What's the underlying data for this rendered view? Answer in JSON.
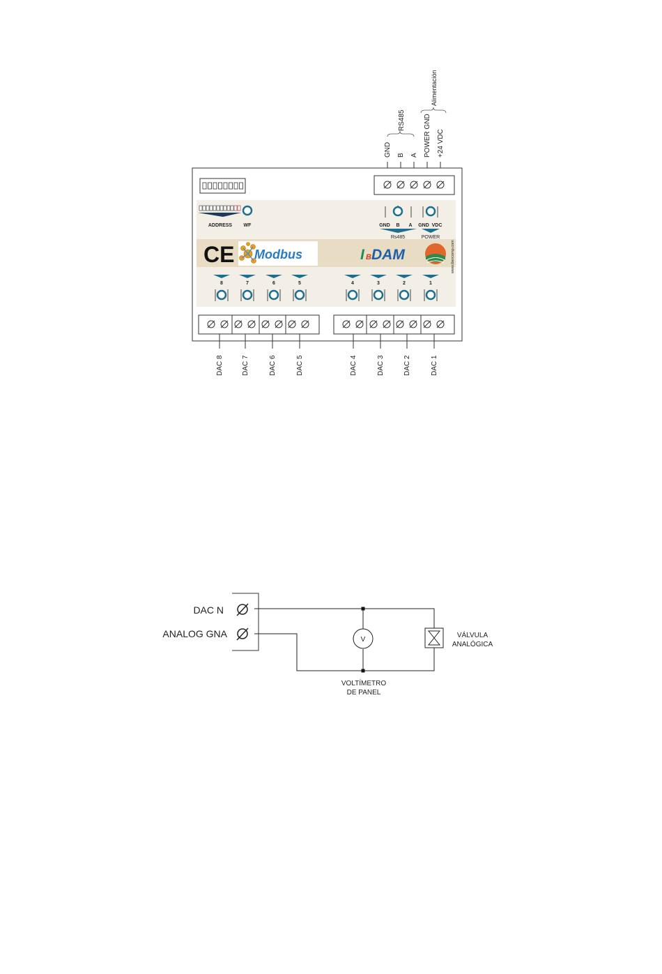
{
  "module": {
    "top_connectors": [
      {
        "label": "GND"
      },
      {
        "label": "B"
      },
      {
        "label": "A"
      },
      {
        "label": "POWER GND"
      },
      {
        "label": "+24 VDC"
      }
    ],
    "group_labels": {
      "rs485": "RS485",
      "power": "Alimentación"
    },
    "address_label": "ADDRESS",
    "wf_label": "WF",
    "rs485_pins": {
      "gnd": "GND",
      "b": "B",
      "a": "A",
      "caption": "Rs485"
    },
    "power_pins": {
      "gnd": "GND",
      "vdc": "VDC",
      "caption": "POWER"
    },
    "ce_mark": "CE",
    "modbus_logo": "Modbus",
    "brand": {
      "prefix": "I",
      "sub": "B",
      "name": "DAM"
    },
    "website": "www.ibercomp.com",
    "channel_numbers_left": [
      "8",
      "7",
      "6",
      "5"
    ],
    "channel_numbers_right": [
      "4",
      "3",
      "2",
      "1"
    ],
    "dac_labels_left": [
      "DAC 8",
      "DAC 7",
      "DAC 6",
      "DAC 5"
    ],
    "dac_labels_right": [
      "DAC 4",
      "DAC 3",
      "DAC 2",
      "DAC 1"
    ]
  },
  "wiring": {
    "terminal_labels": [
      "DAC N",
      "ANALOG GNA"
    ],
    "voltmeter_symbol": "V",
    "voltmeter_label": [
      "VOLTÍMETRO",
      "DE PANEL"
    ],
    "valve_label": [
      "VÁLVULA",
      "ANALÓGICA"
    ]
  },
  "colors": {
    "panel_bg": "#f3efe6",
    "band_bg": "#e8dcc4",
    "accent_blue": "#1d6f8f",
    "modbus_blue": "#2a7cc2",
    "brand_green": "#1f8a5a",
    "brand_blue": "#1d5fa8",
    "sun_orange": "#e0662a"
  }
}
